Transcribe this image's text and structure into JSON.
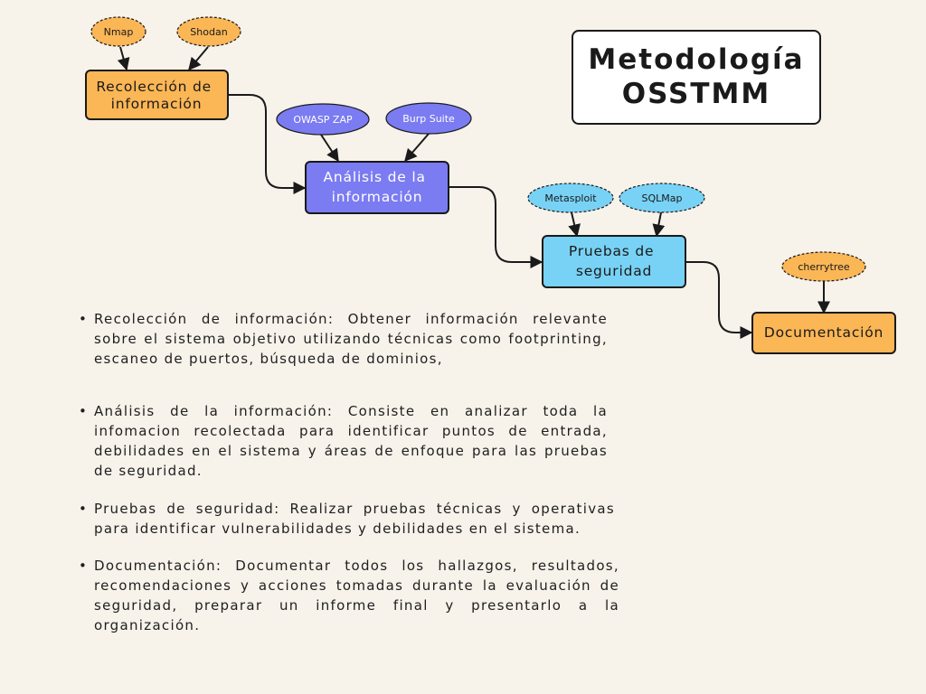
{
  "title": {
    "line1": "Metodología",
    "line2": "OSSTMM"
  },
  "colors": {
    "background": "#f7f2ea",
    "orange": "#fbb656",
    "purple": "#7b7bf2",
    "light_blue": "#78d2f5",
    "stroke": "#1a1a1a"
  },
  "steps": [
    {
      "lines": [
        "Recolección de",
        "información"
      ]
    },
    {
      "lines": [
        "Análisis de la",
        "información"
      ]
    },
    {
      "lines": [
        "Pruebas de",
        "seguridad"
      ]
    },
    {
      "lines": [
        "Documentación"
      ]
    }
  ],
  "tools": [
    {
      "label": "Nmap",
      "step": 0
    },
    {
      "label": "Shodan",
      "step": 0
    },
    {
      "label": "OWASP ZAP",
      "step": 1
    },
    {
      "label": "Burp Suite",
      "step": 1
    },
    {
      "label": "Metasploit",
      "step": 2
    },
    {
      "label": "SQLMap",
      "step": 2
    },
    {
      "label": "cherrytree",
      "step": 3
    }
  ],
  "descriptions": [
    "Recolección de información: Obtener información relevante sobre el sistema objetivo utilizando técnicas como footprinting, escaneo de puertos, búsqueda de dominios,",
    "Análisis de la información: Consiste en analizar toda la infomacion recolectada para identificar puntos de entrada, debilidades en el sistema y áreas de enfoque para las pruebas de seguridad.",
    "Pruebas de seguridad: Realizar pruebas técnicas y operativas para identificar vulnerabilidades y debilidades en el sistema.",
    "Documentación: Documentar todos los hallazgos, resultados, recomendaciones y acciones tomadas durante la evaluación de seguridad, preparar un informe final y presentarlo a la organización."
  ]
}
